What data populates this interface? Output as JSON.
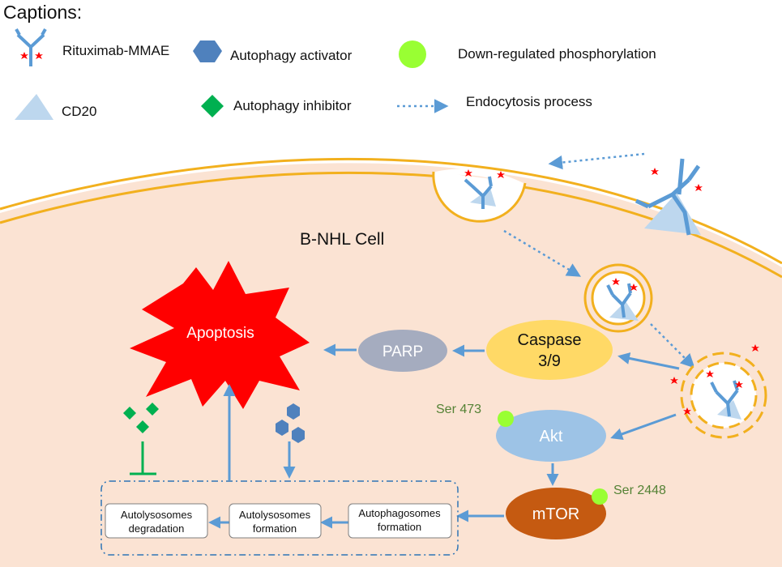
{
  "legend": {
    "title": "Captions:",
    "items": [
      {
        "label": "Rituximab-MMAE",
        "icon": "antibody-drug-conjugate-icon"
      },
      {
        "label": "Autophagy activator",
        "icon": "blue-hexagon-icon"
      },
      {
        "label": "Down-regulated phosphorylation",
        "icon": "green-circle-icon"
      },
      {
        "label": "CD20",
        "icon": "blue-triangle-icon"
      },
      {
        "label": "Autophagy inhibitor",
        "icon": "green-diamond-icon"
      },
      {
        "label": "Endocytosis process",
        "icon": "dotted-arrow-icon"
      }
    ]
  },
  "cell": {
    "label": "B-NHL Cell"
  },
  "nodes": {
    "apoptosis": "Apoptosis",
    "parp": "PARP",
    "caspase_line1": "Caspase",
    "caspase_line2": "3/9",
    "akt": "Akt",
    "mtor": "mTOR",
    "akt_site": "Ser 473",
    "mtor_site": "Ser 2448"
  },
  "autophagy": {
    "steps": [
      {
        "line1": "Autolysosomes",
        "line2": "degradation"
      },
      {
        "line1": "Autolysosomes",
        "line2": "formation"
      },
      {
        "line1": "Autophagosomes",
        "line2": "formation"
      }
    ]
  },
  "colors": {
    "cell_fill": "#fbe3d3",
    "membrane": "#f2b01e",
    "arrow": "#5b9bd5",
    "antibody": "#5b9bd5",
    "cd20": "#bdd7ee",
    "apoptosis": "#ff0000",
    "parp": "#a5acbf",
    "caspase": "#ffd966",
    "akt": "#9dc3e6",
    "mtor": "#c55a11",
    "phospho": "#99ff33",
    "inhibitor": "#00b050",
    "activator": "#4f81bd",
    "site_text": "#548235"
  }
}
